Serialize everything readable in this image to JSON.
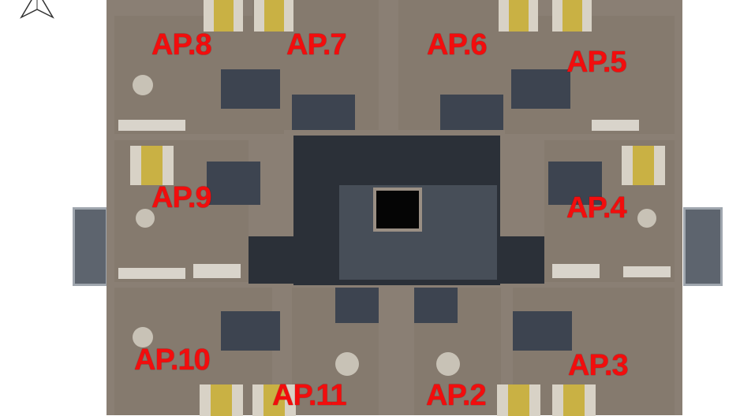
{
  "plan": {
    "apartments": [
      {
        "id": "ap8",
        "label": "AP.8"
      },
      {
        "id": "ap7",
        "label": "AP.7"
      },
      {
        "id": "ap6",
        "label": "AP.6"
      },
      {
        "id": "ap5",
        "label": "AP.5"
      },
      {
        "id": "ap9",
        "label": "AP.9"
      },
      {
        "id": "ap4",
        "label": "AP.4"
      },
      {
        "id": "ap10",
        "label": "AP.10"
      },
      {
        "id": "ap3",
        "label": "AP.3"
      },
      {
        "id": "ap11",
        "label": "AP.11"
      },
      {
        "id": "ap2",
        "label": "AP.2"
      }
    ],
    "label_color": "#f20d0d",
    "compass_icon": "north-arrow-icon"
  }
}
